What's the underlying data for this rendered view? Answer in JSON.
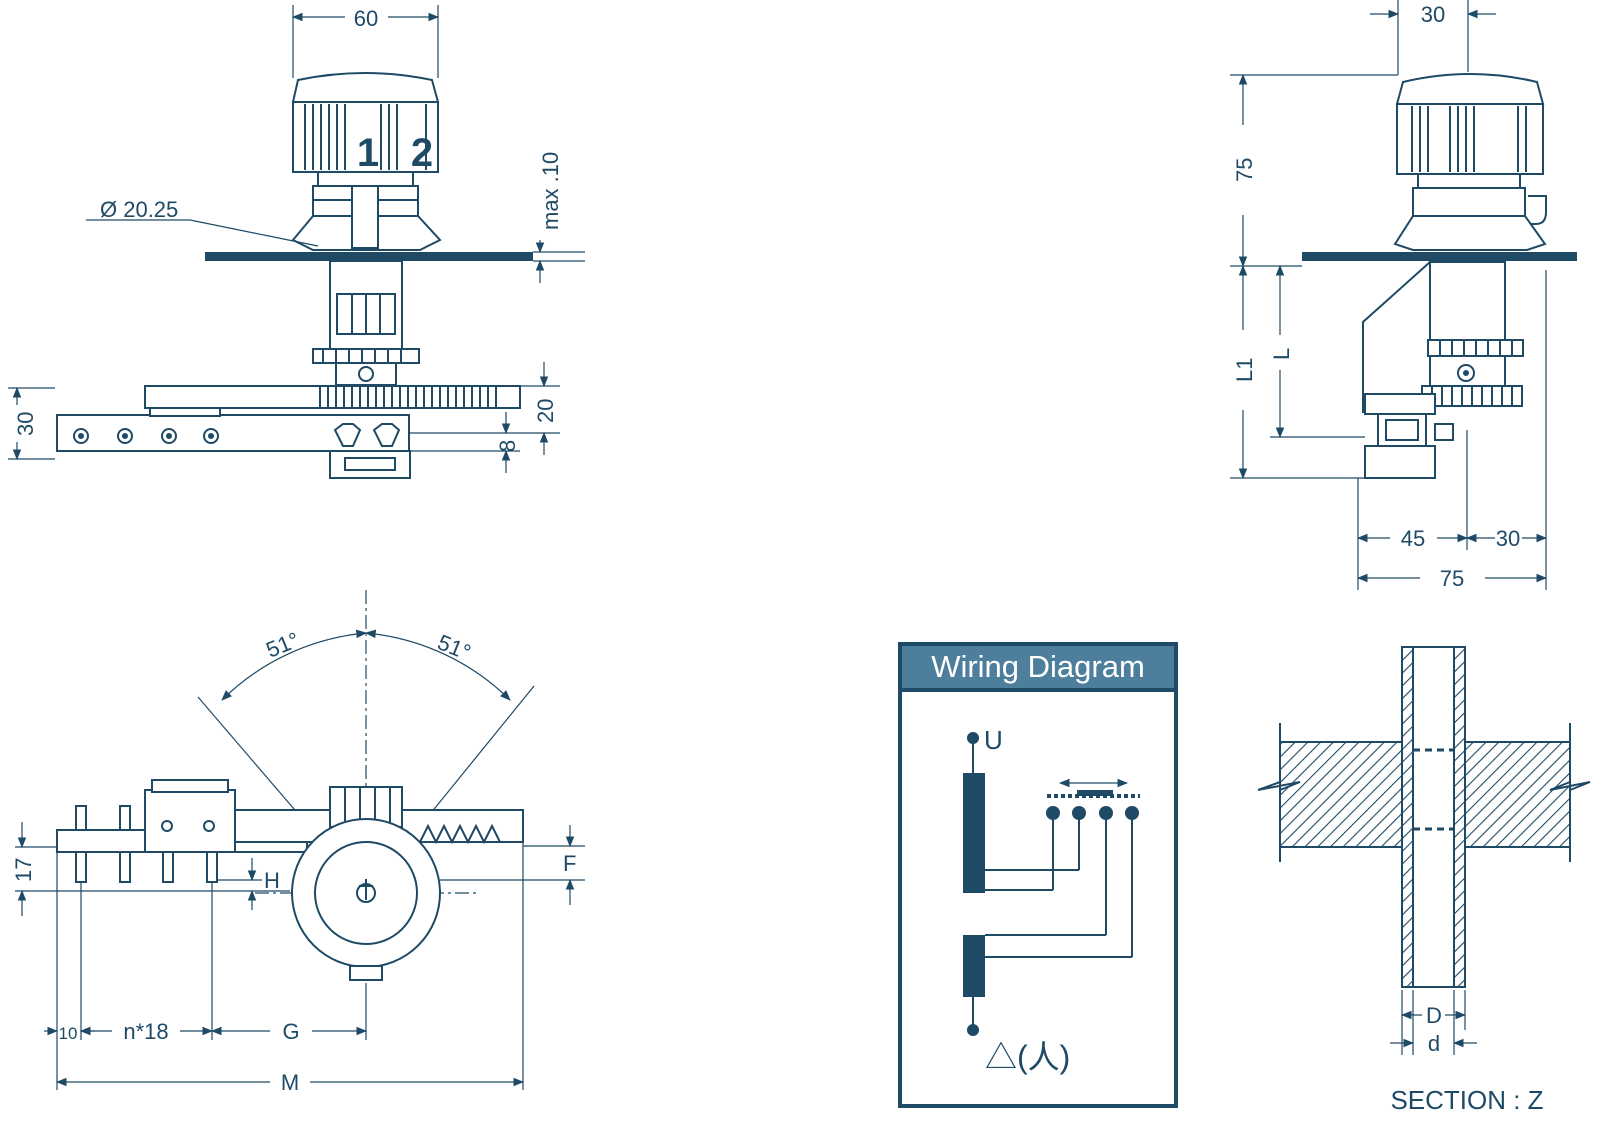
{
  "front_view": {
    "width_60": "60",
    "dial_1": "1",
    "dial_2": "2",
    "diameter": "Ø 20.25",
    "max10": "max .10",
    "dim_20": "20",
    "dim_8": "8",
    "dim_30": "30"
  },
  "side_view": {
    "dim_30_top": "30",
    "dim_75_v": "75",
    "dim_L1": "L1",
    "dim_L": "L",
    "dim_45": "45",
    "dim_30_bottom": "30",
    "dim_75_h": "75"
  },
  "top_view": {
    "angle_left": "51°",
    "angle_right": "51°",
    "dim_17": "17",
    "dim_H": "H",
    "dim_F": "F",
    "dim_10": "10",
    "dim_n18": "n*18",
    "dim_G": "G",
    "dim_M": "M"
  },
  "wiring": {
    "title": "Wiring Diagram",
    "label_U": "U",
    "label_delta": "△(人)",
    "header_color": "#4d7f9c"
  },
  "section": {
    "label_D": "D",
    "label_d": "d",
    "caption": "SECTION : Z"
  },
  "colors": {
    "ink": "#1e4a66"
  }
}
